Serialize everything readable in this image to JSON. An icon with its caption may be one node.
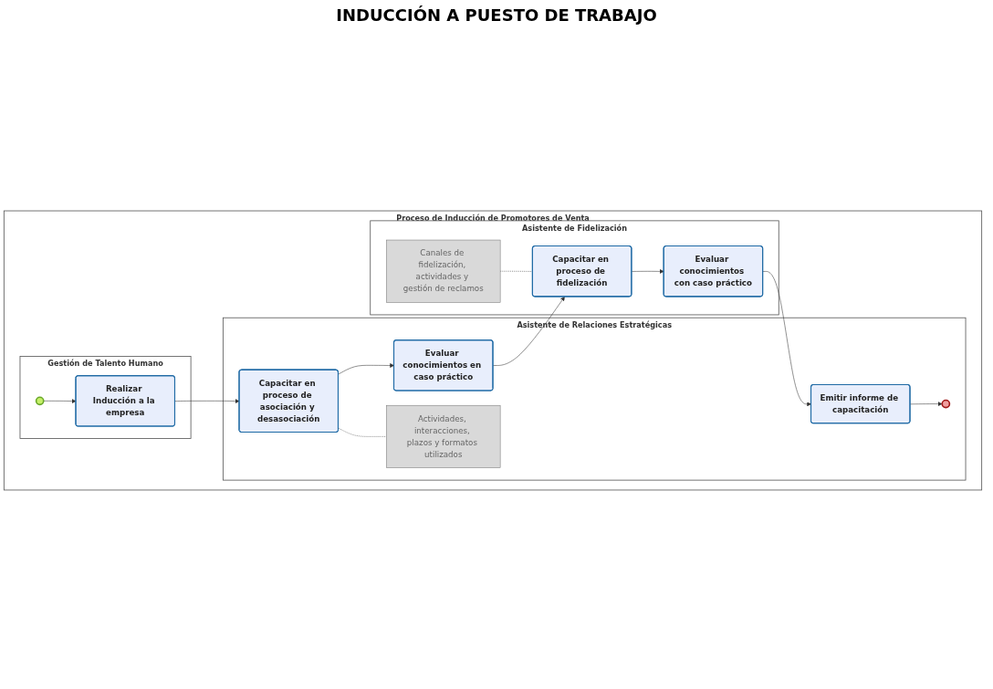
{
  "diagram": {
    "title": "INDUCCIÓN A PUESTO DE TRABAJO",
    "nodes": [
      {
        "text": [
          "Proceso de Inducción de Promotores de Venta"
        ]
      },
      {
        "text": [
          "Gestión de Talento Humano"
        ],
        "in": 0
      },
      {
        "text": [
          "Asistente de Relaciones Estratégicas"
        ],
        "in": 0
      },
      {
        "text": [
          "Asistente de Fidelización"
        ],
        "in": 0
      },
      {
        "text": [],
        "shape": "circle",
        "in": 1
      },
      {
        "text": [
          "Realizar Inducción a la empresa"
        ],
        "in": 1
      },
      {
        "text": [
          "Capacitar en proceso de asociación y desasociación"
        ],
        "in": 2
      },
      {
        "text": [
          "Evaluar conocimientos en caso práctico"
        ],
        "in": 2
      },
      {
        "text": [
          "Emitir informe de capacitación"
        ],
        "in": 2
      },
      {
        "text": [],
        "shape": "circle",
        "in": 2
      },
      {
        "text": [
          "Actividades, interacciones, plazos y formatos utilizados"
        ],
        "in": 2
      },
      {
        "text": [
          "Canales de fidelización, actividades y gestión de reclamos"
        ],
        "in": 3
      },
      {
        "text": [
          "Capacitar en proceso de fidelización"
        ],
        "in": 3
      },
      {
        "text": [
          "Evaluar conocimientos con caso práctico"
        ],
        "in": 3
      }
    ],
    "edges": [
      {
        "from": 4,
        "to": 5,
        "arrow": "to"
      },
      {
        "from": 5,
        "to": 6,
        "arrow": "to"
      },
      {
        "from": 6,
        "to": 7,
        "arrow": "to"
      },
      {
        "from": 7,
        "to": 12,
        "arrow": "to"
      },
      {
        "from": 12,
        "to": 13,
        "arrow": "to"
      },
      {
        "from": 13,
        "to": 8,
        "arrow": "to"
      },
      {
        "from": 8,
        "to": 9,
        "arrow": "to"
      },
      {
        "from": 6,
        "to": 10,
        "arrow": "none",
        "style": "dashed"
      },
      {
        "from": 11,
        "to": 12,
        "arrow": "none",
        "style": "dashed"
      }
    ]
  }
}
